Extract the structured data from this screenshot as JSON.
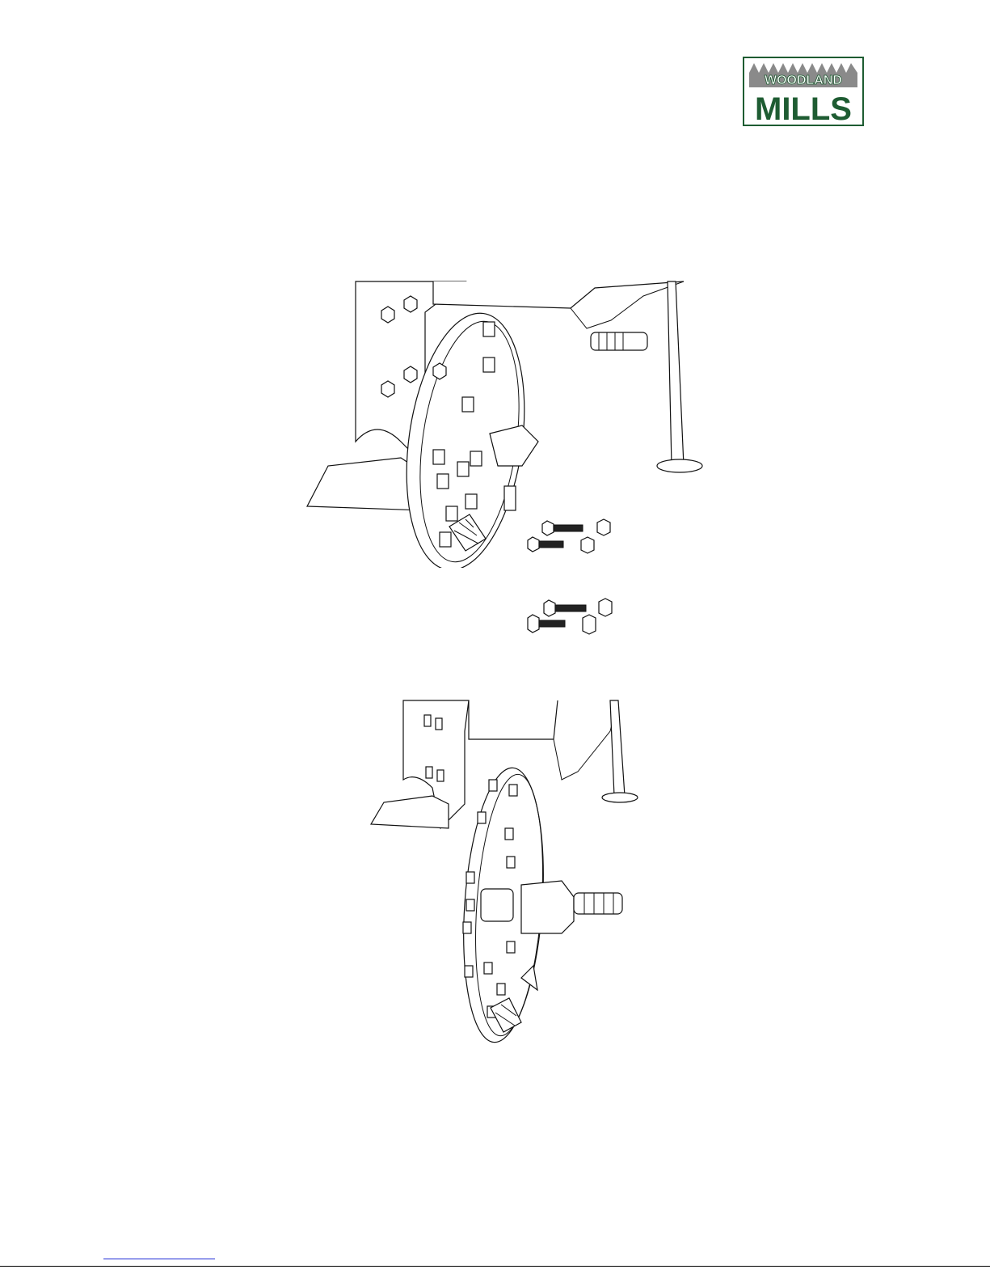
{
  "brand": {
    "logo_line1": "WOODLAND",
    "logo_line2": "MILLS",
    "color_green": "#1e5c32",
    "color_gray": "#8a8a8a"
  },
  "figures": [
    {
      "id": "fig-exploded",
      "icon": "chipper-disc-exploded-drawing"
    },
    {
      "id": "fig-assembled",
      "icon": "chipper-disc-assembled-drawing"
    }
  ],
  "footer": {
    "link_text": ""
  }
}
